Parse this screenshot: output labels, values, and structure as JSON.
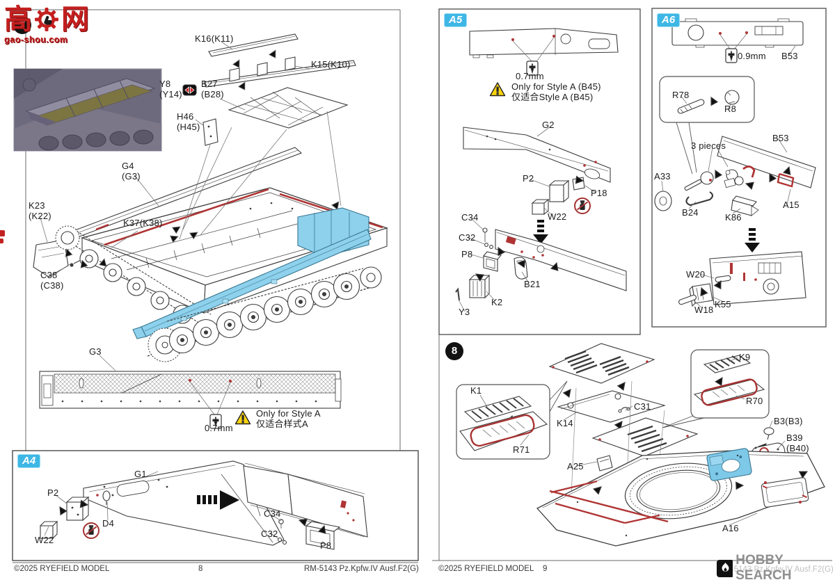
{
  "doc": {
    "watermark_logo": {
      "char_left": "高",
      "char_right": "网",
      "domain": "gao-shou.com"
    },
    "hobby_search": "HOBBY SEARCH"
  },
  "left_page": {
    "step_number": "7",
    "parts": {
      "k16": "K16(K11)",
      "k15": "K15(K10)",
      "y8": "Y8\n(Y14)",
      "b27": "B27\n(B28)",
      "h46": "H46\n(H45)",
      "g4": "G4\n(G3)",
      "k23": "K23\n(K22)",
      "k37": "K37(K38)",
      "c38": "C38\n(C38)",
      "g3": "G3"
    },
    "note": {
      "drill": "0.7mm",
      "only_en": "Only for Style A",
      "only_cn": "仅适合样式A"
    },
    "a4": {
      "badge": "A4",
      "parts": {
        "g1": "G1",
        "p2": "P2",
        "d4": "D4",
        "w22": "W22",
        "c34": "C34",
        "c32": "C32",
        "p8": "P8"
      }
    },
    "footer": {
      "copyright": "©2025 RYEFIELD MODEL",
      "page": "8",
      "product": "RM-5143 Pz.Kpfw.IV Ausf.F2(G)"
    }
  },
  "right_page": {
    "a5": {
      "badge": "A5",
      "drill": "0.7mm",
      "warn_en": "Only for Style A  (B45)",
      "warn_cn": "仅适合Style A (B45)",
      "parts": {
        "g2": "G2",
        "p2": "P2",
        "p18": "P18",
        "w22": "W22",
        "c34": "C34",
        "c32": "C32",
        "p8": "P8",
        "b21": "B21",
        "k2": "K2",
        "y3": "Y3"
      }
    },
    "a6": {
      "badge": "A6",
      "drill": "0.9mm",
      "parts": {
        "b53_top": "B53",
        "r78": "R78",
        "r8": "R8",
        "pieces": "3 pieces",
        "b53": "B53",
        "a33": "A33",
        "b24": "B24",
        "k86": "K86",
        "a15": "A15",
        "w20": "W20",
        "k55": "K55",
        "w18": "W18"
      }
    },
    "step8": {
      "number": "8",
      "parts": {
        "k1": "K1",
        "r71": "R71",
        "k14": "K14",
        "c31": "C31",
        "a25": "A25",
        "k9": "K9",
        "r70": "R70",
        "b3": "B3(B3)",
        "b39": "B39\n(B40)",
        "a16": "A16"
      }
    },
    "footer": {
      "copyright": "©2025 RYEFIELD MODEL",
      "page": "9",
      "product": "RM-5143 Pz.Kpfw.IV Ausf.F2(G)"
    }
  },
  "colors": {
    "accent_cyan": "#3eb7e5",
    "highlight_blue": "#8ed1ed",
    "glue_red": "#b03434",
    "warning_yellow": "#ffd60a",
    "watermark_red": "#c41f1f"
  }
}
